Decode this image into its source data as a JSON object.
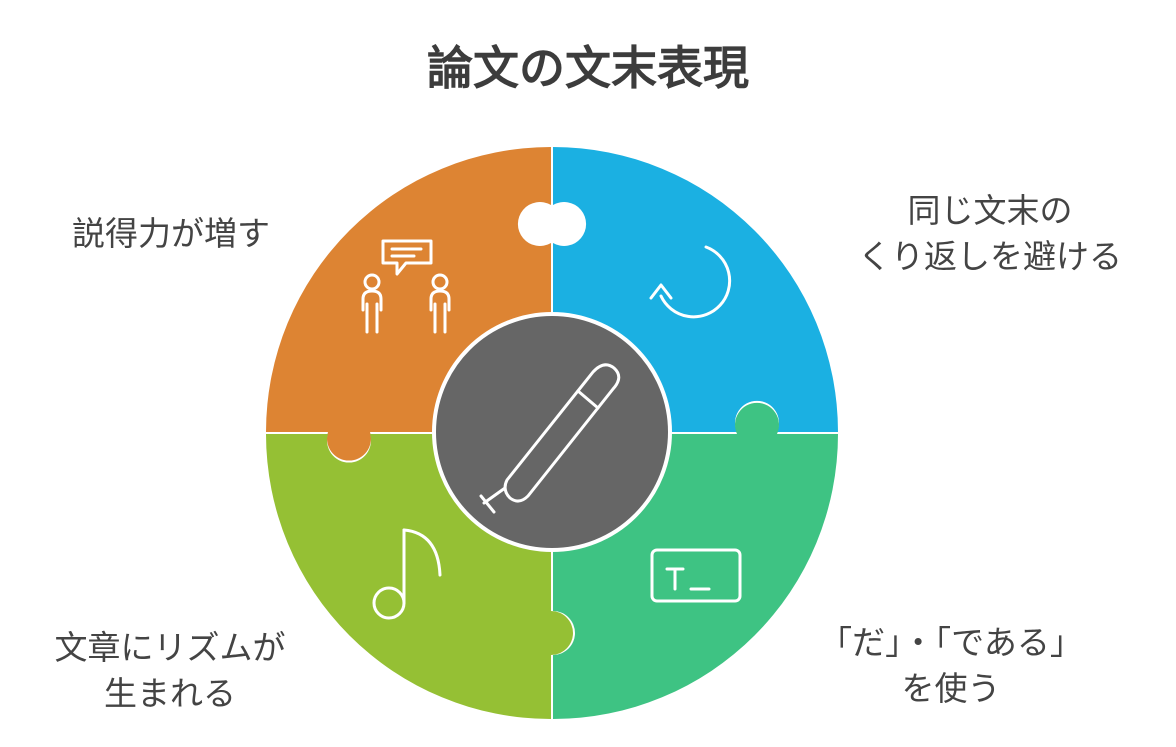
{
  "title": "論文の文末表現",
  "colors": {
    "top_left": "#dd8433",
    "top_right": "#1bb0e2",
    "bottom_left": "#95c034",
    "bottom_right": "#3ec383",
    "center": "#666666"
  },
  "pieces": {
    "top_left": {
      "lines": [
        "説得力が増す"
      ],
      "icon": "people-chat-icon"
    },
    "top_right": {
      "lines": [
        "同じ文末の",
        "くり返しを避ける"
      ],
      "icon": "refresh-arrow-icon"
    },
    "bottom_left": {
      "lines": [
        "文章にリズムが",
        "生まれる"
      ],
      "icon": "music-note-icon"
    },
    "bottom_right": {
      "lines": [
        "「だ」・「である」",
        "を使う"
      ],
      "icon": "terminal-icon"
    },
    "center": {
      "icon": "pen-icon"
    }
  }
}
